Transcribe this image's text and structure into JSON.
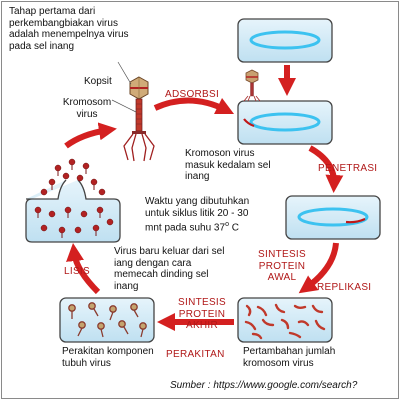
{
  "intro": [
    "Tahap pertama dari",
    "perkembangbiakan virus",
    "adalah menempelnya virus",
    "pada sel inang"
  ],
  "virus_labels": {
    "kapsit": "Kopsit",
    "kromosom": [
      "Kromosom",
      "virus"
    ]
  },
  "stages": {
    "adsorbsi": "ADSORBSI",
    "penetrasi": "PENETRASI",
    "sintesis_protein_awal": [
      "SINTESIS",
      "PROTEIN",
      "AWAL"
    ],
    "replikasi": "REPLIKASI",
    "sintesis_protein_akhir": [
      "SINTESIS",
      "PROTEIN",
      "AKHIR"
    ],
    "perakitan": "PERAKITAN",
    "lisis": "LISIS"
  },
  "descriptions": {
    "penetrasi": [
      "Kromoson virus",
      "masuk kedalam sel",
      "inang"
    ],
    "waktu": [
      "Waktu yang dibutuhkan",
      "untuk siklus litik 20 - 30",
      "mnt pada suhu 37",
      "o",
      " C"
    ],
    "virus_baru": [
      "Virus baru keluar dari sel",
      "iang dengan cara",
      "memecah dinding sel",
      "inang"
    ],
    "pertambahan": [
      "Pertambahan jumlah",
      "kromosom virus"
    ],
    "perakitan": [
      "Perakitan komponen",
      "tubuh virus"
    ]
  },
  "source": "Sumber : https://www.google.com/search?",
  "colors": {
    "arrow_red": "#d42020",
    "label_red": "#b01818",
    "cell_border": "#444444",
    "cell_fill": "#cfe8f4",
    "nucleoid_ring": "#3cc2f0",
    "virus_head": "#c8a070",
    "virus_red": "#b22222"
  },
  "icons": [
    "bacteriophage-icon",
    "host-cell-icon",
    "process-arrow-icon"
  ]
}
